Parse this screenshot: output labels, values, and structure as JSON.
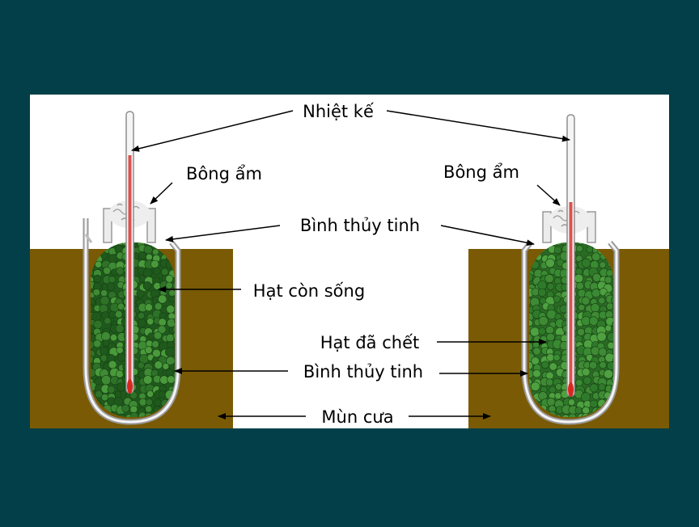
{
  "labels": {
    "thermometer": "Nhiệt kế",
    "cotton_left": "Bông ẩm",
    "cotton_right": "Bông ẩm",
    "glass_jar_top": "Bình thủy tinh",
    "live_seeds": "Hạt còn sống",
    "dead_seeds": "Hạt đã chết",
    "glass_jar_bottom": "Bình thủy tinh",
    "sawdust": "Mùn cưa"
  },
  "colors": {
    "background": "#033f48",
    "panel": "#ffffff",
    "sawdust": "#7a5a05",
    "seed_dark": "#1f5a1c",
    "seed_light": "#3f8a34",
    "thermometer_liquid": "#d9534f",
    "liquid_bulb": "#d8281e"
  }
}
